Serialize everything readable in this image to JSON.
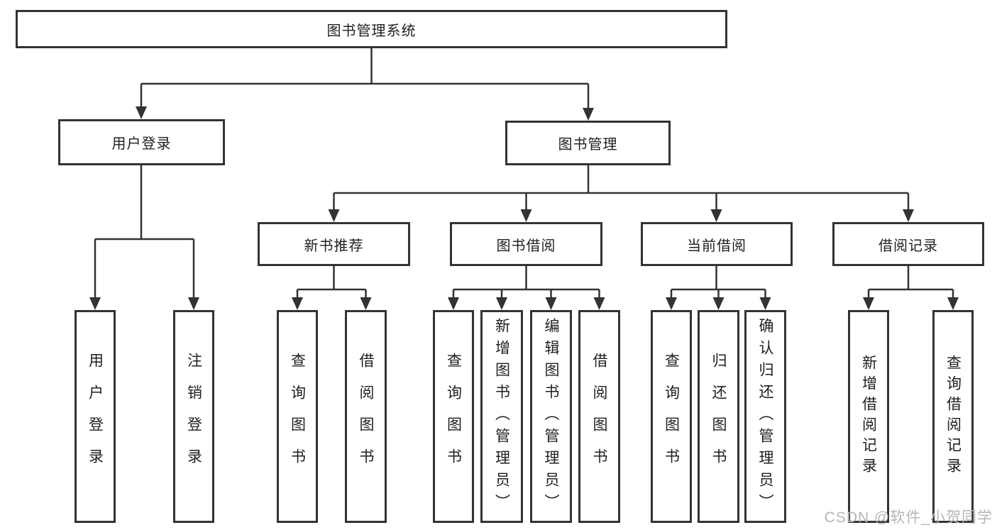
{
  "diagram": {
    "title": "图书管理系统",
    "level2": [
      "用户登录",
      "图书管理"
    ],
    "level3": [
      "新书推荐",
      "图书借阅",
      "当前借阅",
      "借阅记录"
    ],
    "leaves": {
      "user_login": [
        "用户登录",
        "注销登录"
      ],
      "new_books": [
        "查询图书",
        "借阅图书"
      ],
      "book_borrow": [
        "查询图书",
        "新增图书（管理员）",
        "编辑图书（管理员）",
        "借阅图书"
      ],
      "current_borrow": [
        "查询图书",
        "归还图书",
        "确认归还（管理员）"
      ],
      "borrow_record": [
        "新增借阅记录",
        "查询借阅记录"
      ]
    }
  },
  "watermark": "CSDN @软件_小贺同学",
  "colors": {
    "line": "#333333",
    "text": "#1f1f1f",
    "watermark": "#b5b5b5",
    "background": "#ffffff"
  }
}
